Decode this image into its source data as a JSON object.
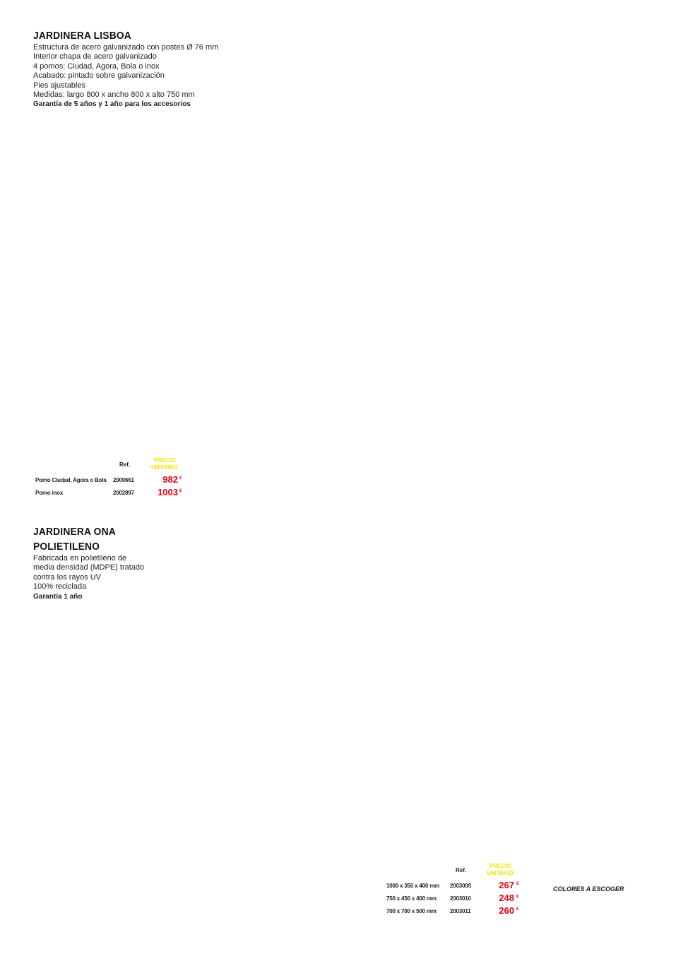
{
  "lisboa": {
    "title": "JARDINERA LISBOA",
    "lines": [
      "Estructura de acero galvanizado con postes Ø 76 mm",
      "Interior chapa de acero galvanizado",
      "4 pomos: Ciudad, Agora, Bola o inox",
      "Acabado: pintado sobre galvanización",
      "Pies ajustables",
      "Medidas: largo 800 x ancho 800 x alto 750 mm"
    ],
    "guarantee": "Garantía de 5 años y 1 año para los accesorios",
    "table": {
      "ref_header": "Ref.",
      "price_header_1": "PRECIO",
      "price_header_2": "UNITARIO",
      "rows": [
        {
          "desc": "Pomo Ciudad, Agora o Bola",
          "ref": "2000661",
          "price": "982",
          "currency": "€"
        },
        {
          "desc": "Pomo inox",
          "ref": "2002897",
          "price": "1003",
          "currency": "€"
        }
      ]
    }
  },
  "ona": {
    "title_1": "JARDINERA ONA",
    "title_2": "POLIETILENO",
    "lines": [
      "Fabricada en polietileno de",
      "media densidad (MDPE) tratado",
      "contra los rayos UV",
      "100% reciclada"
    ],
    "guarantee": "Garantía 1 año",
    "table": {
      "ref_header": "Ref.",
      "price_header_1": "PRECIO",
      "price_header_2": "UNITARIO",
      "rows": [
        {
          "desc": "1000 x 350 x 400 mm",
          "ref": "2003009",
          "price": "267",
          "currency": "€"
        },
        {
          "desc": "750 x 450 x 400 mm",
          "ref": "2003010",
          "price": "248",
          "currency": "€"
        },
        {
          "desc": "700 x 700 x 500 mm",
          "ref": "2003011",
          "price": "260",
          "currency": "€"
        }
      ]
    },
    "colors_note": "COLORES A ESCOGER"
  },
  "colors": {
    "price_red": "#e30613",
    "header_yellow": "#f2e500"
  }
}
